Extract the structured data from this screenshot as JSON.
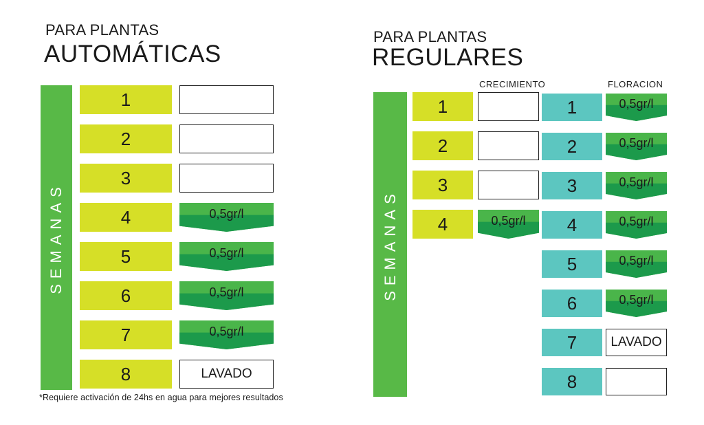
{
  "colors": {
    "week_yellow": "#d6df27",
    "sidebar_green": "#58b947",
    "teal": "#5cc6c0",
    "arrow_dark": "#1c9a4b",
    "arrow_light": "#4ab54a"
  },
  "auto": {
    "subtitle": "PARA PLANTAS",
    "title": "AUTOMÁTICAS",
    "sidebar_label": "SEMANAS",
    "rows": [
      {
        "week": "1",
        "dose": "",
        "kind": "empty"
      },
      {
        "week": "2",
        "dose": "",
        "kind": "empty"
      },
      {
        "week": "3",
        "dose": "",
        "kind": "empty"
      },
      {
        "week": "4",
        "dose": "0,5gr/l",
        "kind": "arrow"
      },
      {
        "week": "5",
        "dose": "0,5gr/l",
        "kind": "arrow"
      },
      {
        "week": "6",
        "dose": "0,5gr/l",
        "kind": "arrow"
      },
      {
        "week": "7",
        "dose": "0,5gr/l",
        "kind": "arrow"
      },
      {
        "week": "8",
        "dose": "LAVADO",
        "kind": "text"
      }
    ],
    "footnote": "*Requiere activación de 24hs en agua para mejores resultados"
  },
  "regular": {
    "subtitle": "PARA PLANTAS",
    "title": "REGULARES",
    "sidebar_label": "SEMANAS",
    "growth_header": "CRECIMIENTO",
    "flower_header": "FLORACION",
    "growth_rows": [
      {
        "week": "1",
        "dose": "",
        "kind": "empty"
      },
      {
        "week": "2",
        "dose": "",
        "kind": "empty"
      },
      {
        "week": "3",
        "dose": "",
        "kind": "empty"
      },
      {
        "week": "4",
        "dose": "0,5gr/l",
        "kind": "arrow"
      }
    ],
    "flower_rows": [
      {
        "week": "1",
        "dose": "0,5gr/l",
        "kind": "arrow"
      },
      {
        "week": "2",
        "dose": "0,5gr/l",
        "kind": "arrow"
      },
      {
        "week": "3",
        "dose": "0,5gr/l",
        "kind": "arrow"
      },
      {
        "week": "4",
        "dose": "0,5gr/l",
        "kind": "arrow"
      },
      {
        "week": "5",
        "dose": "0,5gr/l",
        "kind": "arrow"
      },
      {
        "week": "6",
        "dose": "0,5gr/l",
        "kind": "arrow"
      },
      {
        "week": "7",
        "dose": "LAVADO",
        "kind": "text"
      },
      {
        "week": "8",
        "dose": "",
        "kind": "empty"
      }
    ]
  }
}
